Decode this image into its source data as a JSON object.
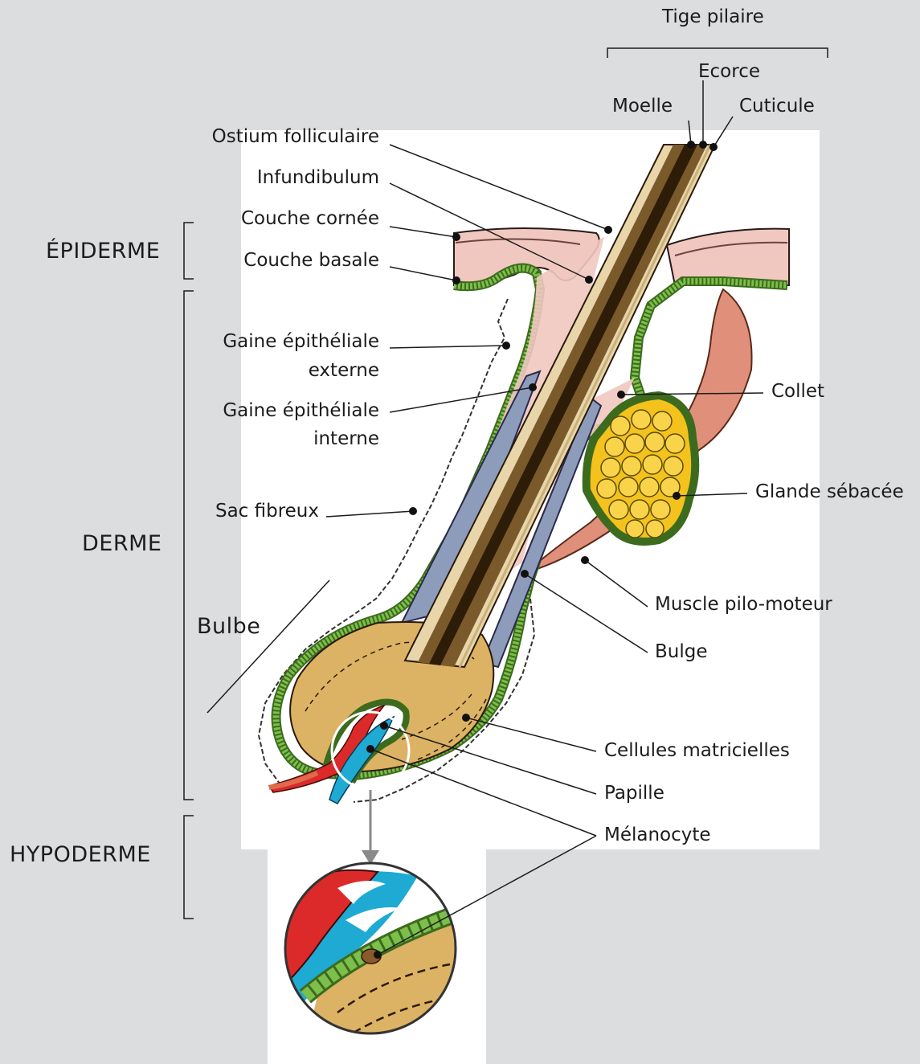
{
  "regions": {
    "epiderme": "ÉPIDERME",
    "derme": "DERME",
    "hypoderme": "HYPODERME"
  },
  "labels": {
    "tige_pilaire": "Tige pilaire",
    "ecorce": "Ecorce",
    "moelle": "Moelle",
    "cuticule": "Cuticule",
    "ostium": "Ostium folliculaire",
    "infundibulum": "Infundibulum",
    "couche_cornee": "Couche cornée",
    "couche_basale": "Couche basale",
    "gaine_externe_1": "Gaine épithéliale",
    "gaine_externe_2": "externe",
    "gaine_interne_1": "Gaine épithéliale",
    "gaine_interne_2": "interne",
    "sac_fibreux": "Sac fibreux",
    "bulbe": "Bulbe",
    "collet": "Collet",
    "glande": "Glande sébacée",
    "muscle": "Muscle pilo-moteur",
    "bulge": "Bulge",
    "cellules": "Cellules matricielles",
    "papille": "Papille",
    "melanocyte": "Mélanocyte"
  },
  "colors": {
    "background": "#dcdddf",
    "panel": "#ffffff",
    "skin_pink": "#f0c8c0",
    "epithelium_green": "#6ea844",
    "inner_sheath_blue": "#8e9cbc",
    "hair_shaft_brown": "#4e3212",
    "cortex_tan": "#dcc79a",
    "bulb_gold": "#dcb264",
    "sebaceous_yellow": "#f4c21c",
    "muscle_salmon": "#e0907a",
    "artery_red": "#dc2a2a",
    "vein_cyan": "#1eaad2"
  }
}
